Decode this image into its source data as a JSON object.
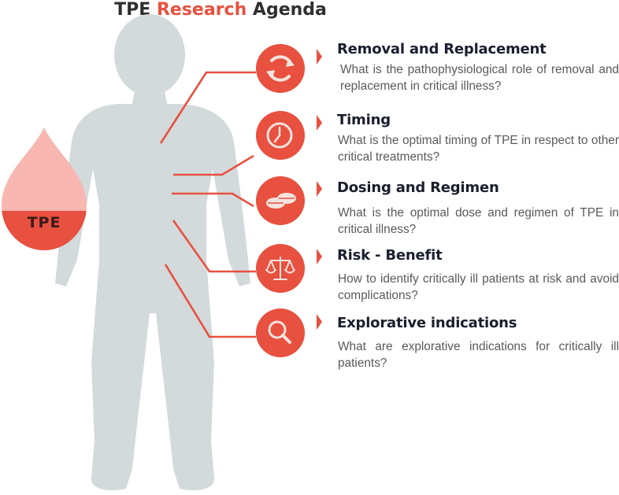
{
  "title": {
    "part1": "TPE",
    "part2": "Research",
    "part3": "Agenda"
  },
  "drop_label": "TPE",
  "colors": {
    "accent": "#e8503f",
    "body": "#d3dadc",
    "drop_light": "#f8b7b0",
    "drop_dark": "#e8503f",
    "heading": "#1a1f2e",
    "text": "#5a5a5a"
  },
  "items": [
    {
      "icon": "refresh-icon",
      "heading": "Removal and Replacement",
      "description": "What is the pathophysiological role of removal and replacement in critical illness?"
    },
    {
      "icon": "clock-icon",
      "heading": "Timing",
      "description": "What is the optimal timing of TPE in respect to other critical treatments?"
    },
    {
      "icon": "pills-icon",
      "heading": "Dosing and Regimen",
      "description": "What is the optimal dose and regimen of TPE in critical illness?"
    },
    {
      "icon": "scales-icon",
      "heading": "Risk - Benefit",
      "description": "How to identify critically ill patients at risk and avoid complications?"
    },
    {
      "icon": "magnifier-icon",
      "heading": "Explorative indications",
      "description": "What are explorative indications for critically ill patients?"
    }
  ]
}
